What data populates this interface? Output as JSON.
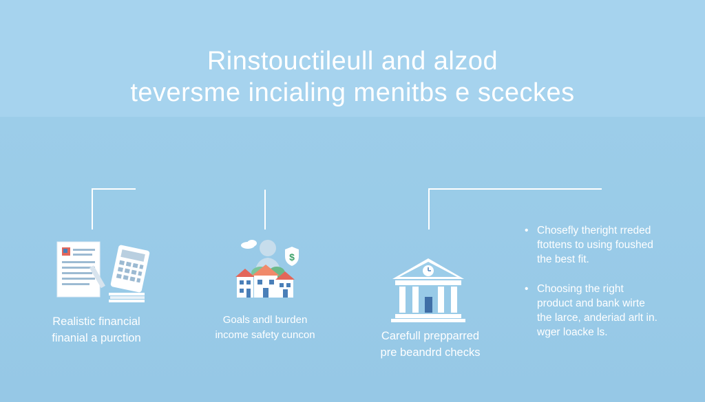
{
  "header": {
    "title_line1": "Rinstouctileull and alzod",
    "title_line2": "teversme incialing menitbs e sceckes"
  },
  "columns": [
    {
      "icon": "document-calculator-icon",
      "caption_line1": "Realistic financial",
      "caption_line2": "finanial a purction"
    },
    {
      "icon": "person-houses-dollar-icon",
      "caption_line1": "Goals andl burden",
      "caption_line2": "income safety cuncon"
    },
    {
      "icon": "bank-clock-icon",
      "caption_line1": "Carefull prepparred",
      "caption_line2": "pre beandrd checks"
    }
  ],
  "bullets": [
    {
      "bullet_char": "•",
      "lines": [
        "Chosefly theright rreded",
        "ftottens to using foushed",
        "the best fit."
      ]
    },
    {
      "bullet_char": "•",
      "lines": [
        "Choosing the right",
        "product and bank wirte",
        "the larce, anderiad arlt in.",
        "wger loacke ls."
      ]
    }
  ],
  "colors": {
    "background": "#98cbe8",
    "header_band": "#a6d3ee",
    "text": "#ffffff",
    "accent_red": "#e3665a",
    "accent_green": "#7cc49a"
  }
}
